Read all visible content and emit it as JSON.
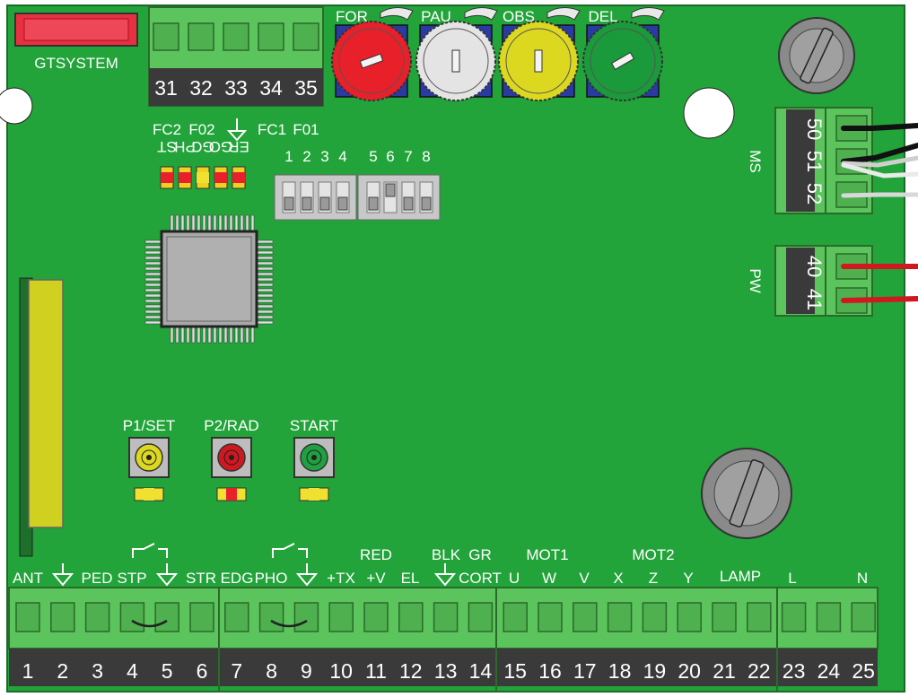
{
  "brand": {
    "text": "GTSYSTEM"
  },
  "top_terminal": {
    "numbers": [
      "31",
      "32",
      "33",
      "34",
      "35"
    ],
    "labels": [
      "FC2",
      "F02",
      "FC1",
      "F01"
    ]
  },
  "trimmers": [
    {
      "label": "FOR",
      "color": "#e8202a"
    },
    {
      "label": "PAU",
      "color": "#e4e4e4"
    },
    {
      "label": "OBS",
      "color": "#dcd820"
    },
    {
      "label": "DEL",
      "color": "#1a9a3a"
    }
  ],
  "status_leds": {
    "labels": [
      "ST",
      "PH",
      "GC",
      "GO",
      "ER"
    ],
    "colors": [
      "#e8202a",
      "#e8202a",
      "#f0e030",
      "#e8202a",
      "#e8202a"
    ]
  },
  "dip_switch": {
    "numbers": [
      "1",
      "2",
      "3",
      "4",
      "5",
      "6",
      "7",
      "8"
    ]
  },
  "side_connectors": {
    "ms": {
      "label": "MS",
      "numbers": [
        "50",
        "51",
        "52"
      ]
    },
    "pw": {
      "label": "PW",
      "numbers": [
        "40",
        "41"
      ]
    }
  },
  "buttons": [
    {
      "label": "P1/SET",
      "color": "#dcd820",
      "led_color": "#f0e030"
    },
    {
      "label": "P2/RAD",
      "color": "#d01820",
      "led_color": "#e8202a"
    },
    {
      "label": "START",
      "color": "#20a040",
      "led_color": "#f0e030"
    }
  ],
  "bottom_terminal": {
    "numbers": [
      "1",
      "2",
      "3",
      "4",
      "5",
      "6",
      "7",
      "8",
      "9",
      "10",
      "11",
      "12",
      "13",
      "14",
      "15",
      "16",
      "17",
      "18",
      "19",
      "20",
      "21",
      "22",
      "23",
      "24",
      "25"
    ],
    "labels": {
      "ant": "ANT",
      "ped": "PED",
      "stp": "STP",
      "str": "STR",
      "edg": "EDG",
      "pho": "PHO",
      "tx": "+TX",
      "red": "RED",
      "v": "+V",
      "el": "EL",
      "blk": "BLK",
      "gr": "GR",
      "cort": "CORT",
      "mot1": "MOT1",
      "u": "U",
      "w": "W",
      "vv": "V",
      "mot2": "MOT2",
      "x": "X",
      "z": "Z",
      "y": "Y",
      "lamp": "LAMP",
      "l": "L",
      "n": "N"
    }
  },
  "colors": {
    "pcb": "#22a43a",
    "terminal": "#5cc45c",
    "terminal_dark": "#3a3a3a",
    "brand": "#e83040"
  }
}
